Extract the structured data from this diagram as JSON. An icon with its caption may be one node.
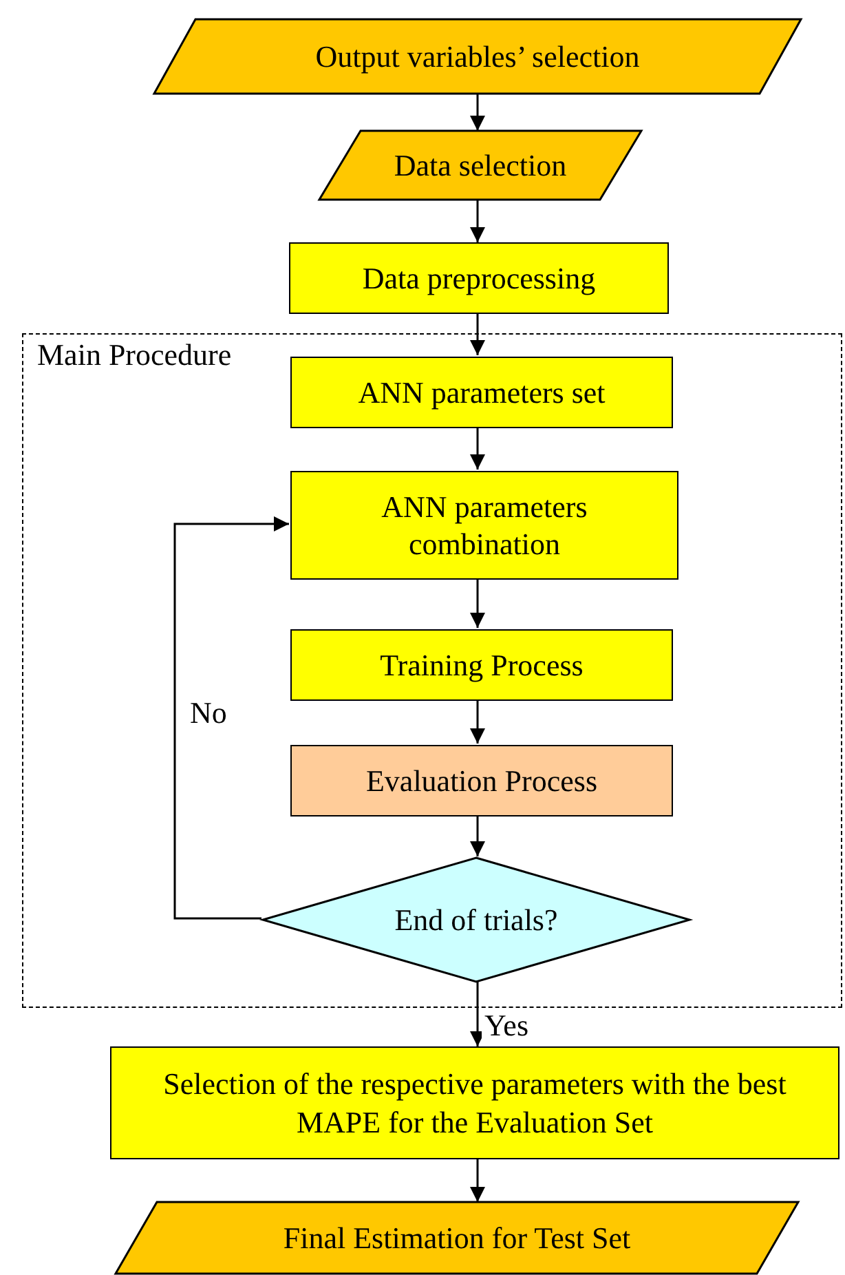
{
  "diagram": {
    "nodes": [
      {
        "text": [
          "Output variables’ selection"
        ]
      },
      {
        "text": [
          "Data selection"
        ]
      },
      {
        "text": [
          "Data preprocessing"
        ]
      },
      {
        "text": [
          "Main Procedure"
        ]
      },
      {
        "text": [
          "ANN parameters set"
        ],
        "in": 3
      },
      {
        "text": [
          "ANN parameters combination"
        ],
        "in": 3
      },
      {
        "text": [
          "Training Process"
        ],
        "in": 3
      },
      {
        "text": [
          "Evaluation Process"
        ],
        "in": 3
      },
      {
        "text": [
          "End of trials?"
        ],
        "in": 3
      },
      {
        "text": [
          "Selection of the respective parameters with the best MAPE for the Evaluation Set"
        ]
      },
      {
        "text": [
          "Final Estimation for Test Set"
        ]
      }
    ],
    "edges": [
      {
        "from": 0,
        "to": 1,
        "arrow": "to"
      },
      {
        "from": 1,
        "to": 2,
        "arrow": "to"
      },
      {
        "from": 2,
        "to": 4,
        "arrow": "to"
      },
      {
        "from": 4,
        "to": 5,
        "arrow": "to"
      },
      {
        "from": 5,
        "to": 6,
        "arrow": "to"
      },
      {
        "from": 6,
        "to": 7,
        "arrow": "to"
      },
      {
        "from": 7,
        "to": 8,
        "arrow": "to"
      },
      {
        "from": 8,
        "to": 5,
        "arrow": "to",
        "label": "No"
      },
      {
        "from": 8,
        "to": 9,
        "arrow": "to",
        "label": "Yes"
      },
      {
        "from": 9,
        "to": 10,
        "arrow": "to"
      }
    ]
  }
}
